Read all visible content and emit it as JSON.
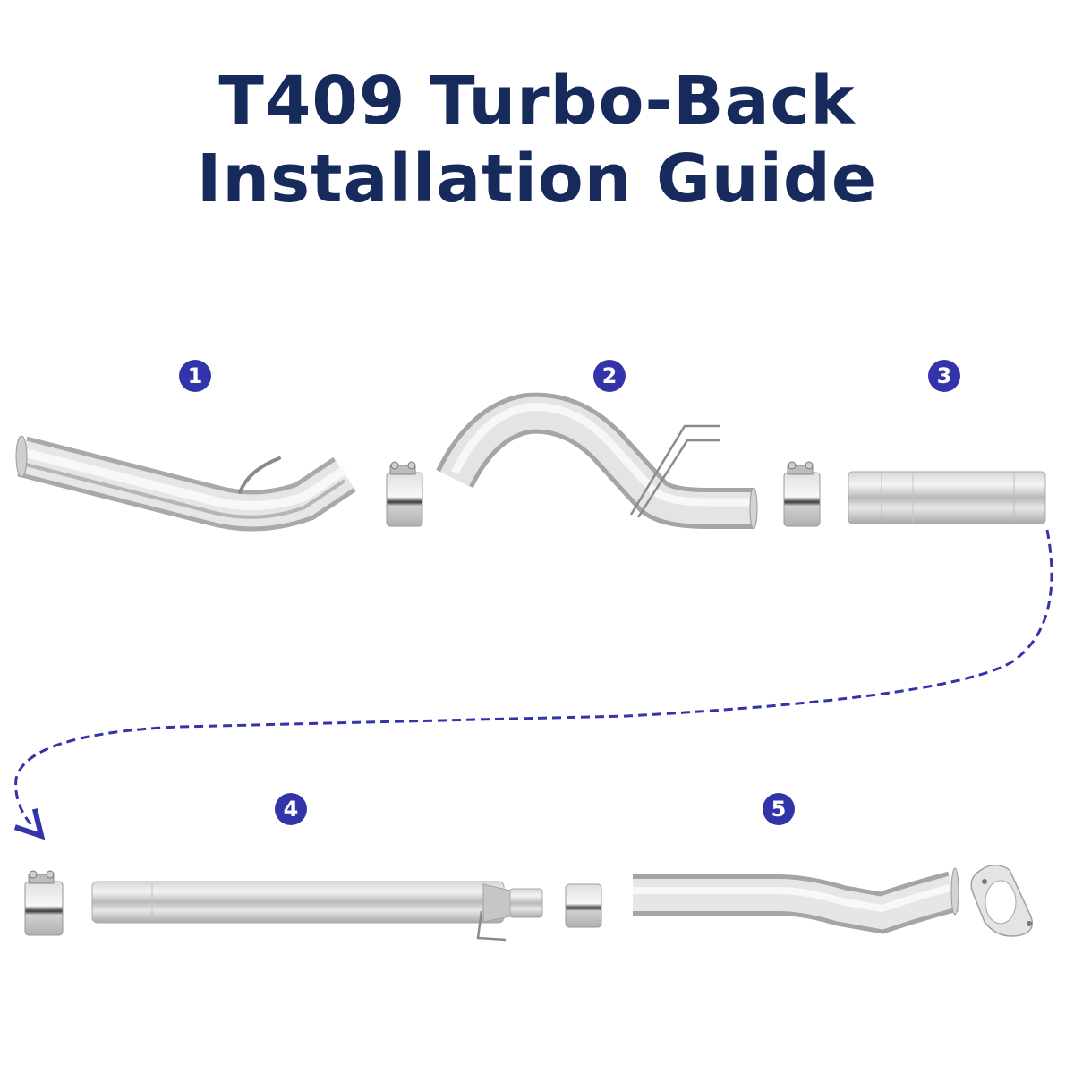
{
  "header": {
    "title_line1": "T409 Turbo-Back",
    "title_line2": "Installation Guide"
  },
  "steps": [
    {
      "number": "1",
      "part": "bent-pipe-with-hanger"
    },
    {
      "number": "2",
      "part": "s-bend-pipe-with-double-hanger"
    },
    {
      "number": "3",
      "part": "straight-coupler-pipe"
    },
    {
      "number": "4",
      "part": "long-straight-pipe-with-hanger"
    },
    {
      "number": "5",
      "part": "downpipe-with-flange"
    }
  ],
  "colors": {
    "title": "#172a5c",
    "badge": "#3333aa",
    "arrow": "#3333aa",
    "steel_light": "#eeeeee",
    "steel_mid": "#c8c8c8",
    "steel_dark": "#9a9a9a"
  }
}
